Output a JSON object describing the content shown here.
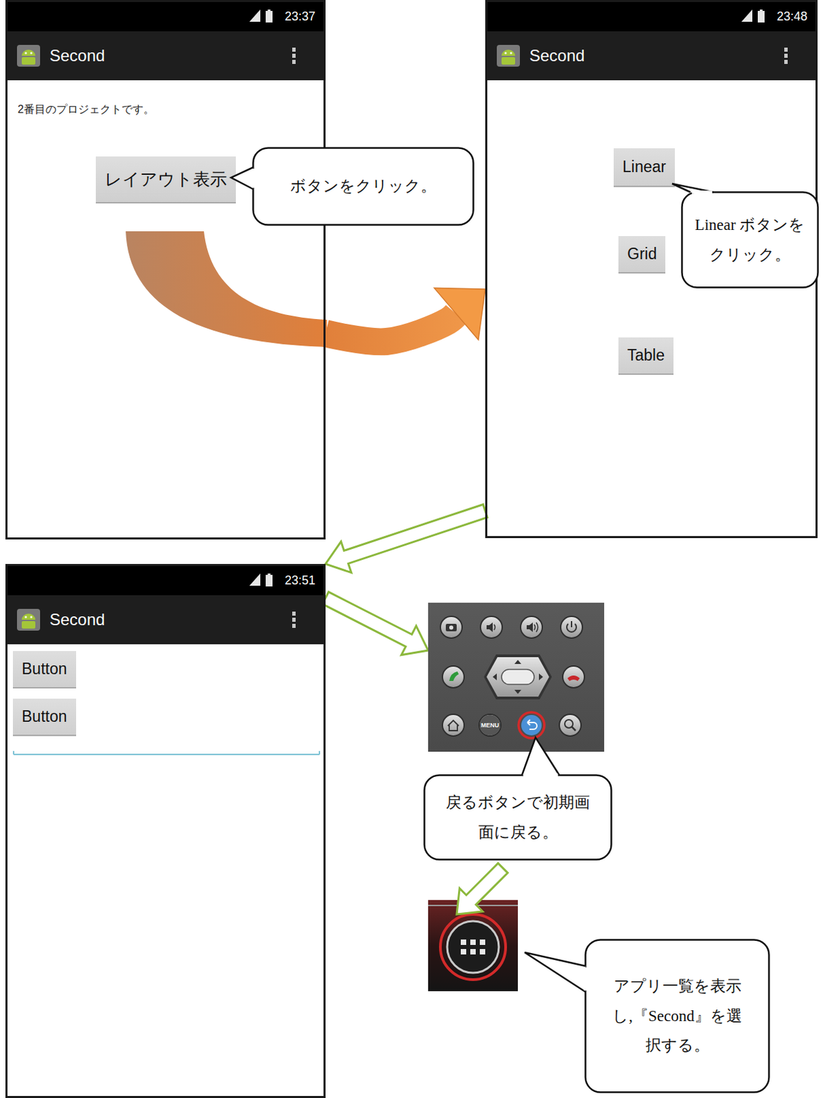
{
  "diagram": {
    "nodes": [
      {
        "text": [
          "23:37",
          "2番目のプロジェクトです。"
        ]
      },
      {
        "text": [
          "Second"
        ],
        "in": 0
      },
      {
        "text": [
          "レイアウト表示"
        ],
        "in": 0
      },
      {
        "text": [
          "ボタンをクリック。"
        ]
      },
      {
        "text": [
          "23:48"
        ]
      },
      {
        "text": [
          "Second"
        ],
        "in": 4
      },
      {
        "text": [
          "Linear"
        ],
        "in": 4
      },
      {
        "text": [
          "Grid"
        ],
        "in": 4
      },
      {
        "text": [
          "Table"
        ],
        "in": 4
      },
      {
        "text": [
          "Linear ボタンをクリック。"
        ]
      },
      {
        "text": [
          "23:51"
        ]
      },
      {
        "text": [
          "Second"
        ],
        "in": 10
      },
      {
        "text": [
          "Button"
        ],
        "in": 10
      },
      {
        "text": [
          "Button"
        ],
        "in": 10
      },
      {
        "text": [
          "MENU"
        ]
      },
      {
        "text": [
          "戻るボタンで初期画面に戻る。"
        ]
      },
      {
        "text": [
          "アプリ一覧を表示し,『Second』を選択する。"
        ]
      }
    ],
    "edges": [
      {
        "from": 0,
        "to": 4,
        "arrow": "to"
      },
      {
        "from": 4,
        "to": 10,
        "arrow": "to"
      },
      {
        "from": 10,
        "to": 14,
        "arrow": "to"
      }
    ]
  }
}
